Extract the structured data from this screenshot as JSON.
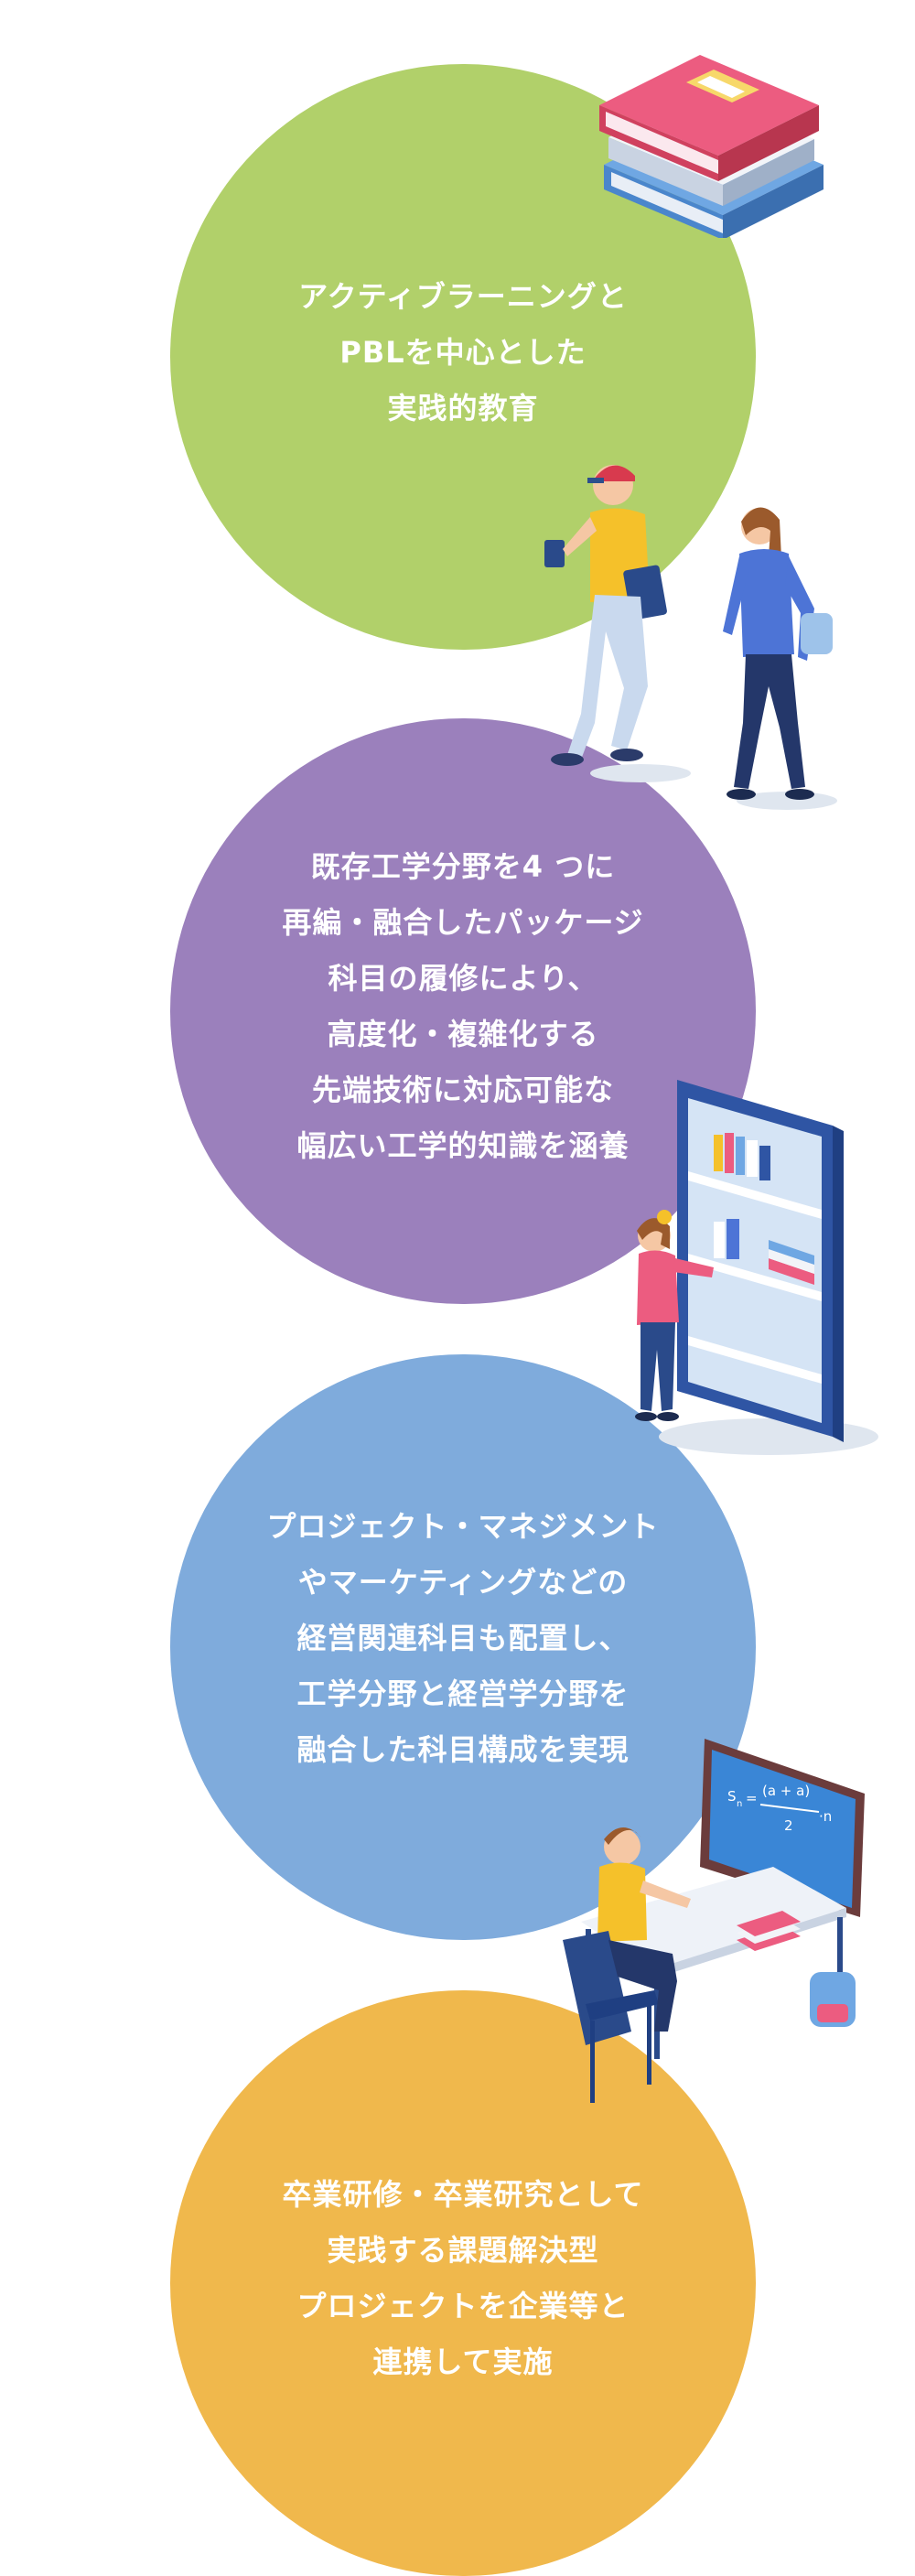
{
  "circles": [
    {
      "lines": [
        "アクティブラーニングと",
        "PBLを中心とした",
        "実践的教育"
      ],
      "color": "#b1d06a"
    },
    {
      "lines": [
        "既存工学分野を4 つに",
        "再編・融合したパッケージ",
        "科目の履修により、",
        "高度化・複雑化する",
        "先端技術に対応可能な",
        "幅広い工学的知識を涵養"
      ],
      "color": "#9b80bc"
    },
    {
      "lines": [
        "プロジェクト・マネジメント",
        "やマーケティングなどの",
        "経営関連科目も配置し、",
        "工学分野と経営学分野を",
        "融合した科目構成を実現"
      ],
      "color": "#7fabdc"
    },
    {
      "lines": [
        "卒業研修・卒業研究として",
        "実践する課題解決型",
        "プロジェクトを企業等と",
        "連携して実施"
      ],
      "color": "#f0b84c"
    }
  ],
  "illustrations": {
    "books": "stacked-books-icon",
    "students": "walking-students-icon",
    "phone_library": "phone-bookshelf-icon",
    "study_desk": "student-desk-chalkboard-icon"
  },
  "formula": {
    "s": "S",
    "sub": "n",
    "equals": "=",
    "numerator": "(a + a)",
    "denominator": "2",
    "mult": "·n"
  }
}
